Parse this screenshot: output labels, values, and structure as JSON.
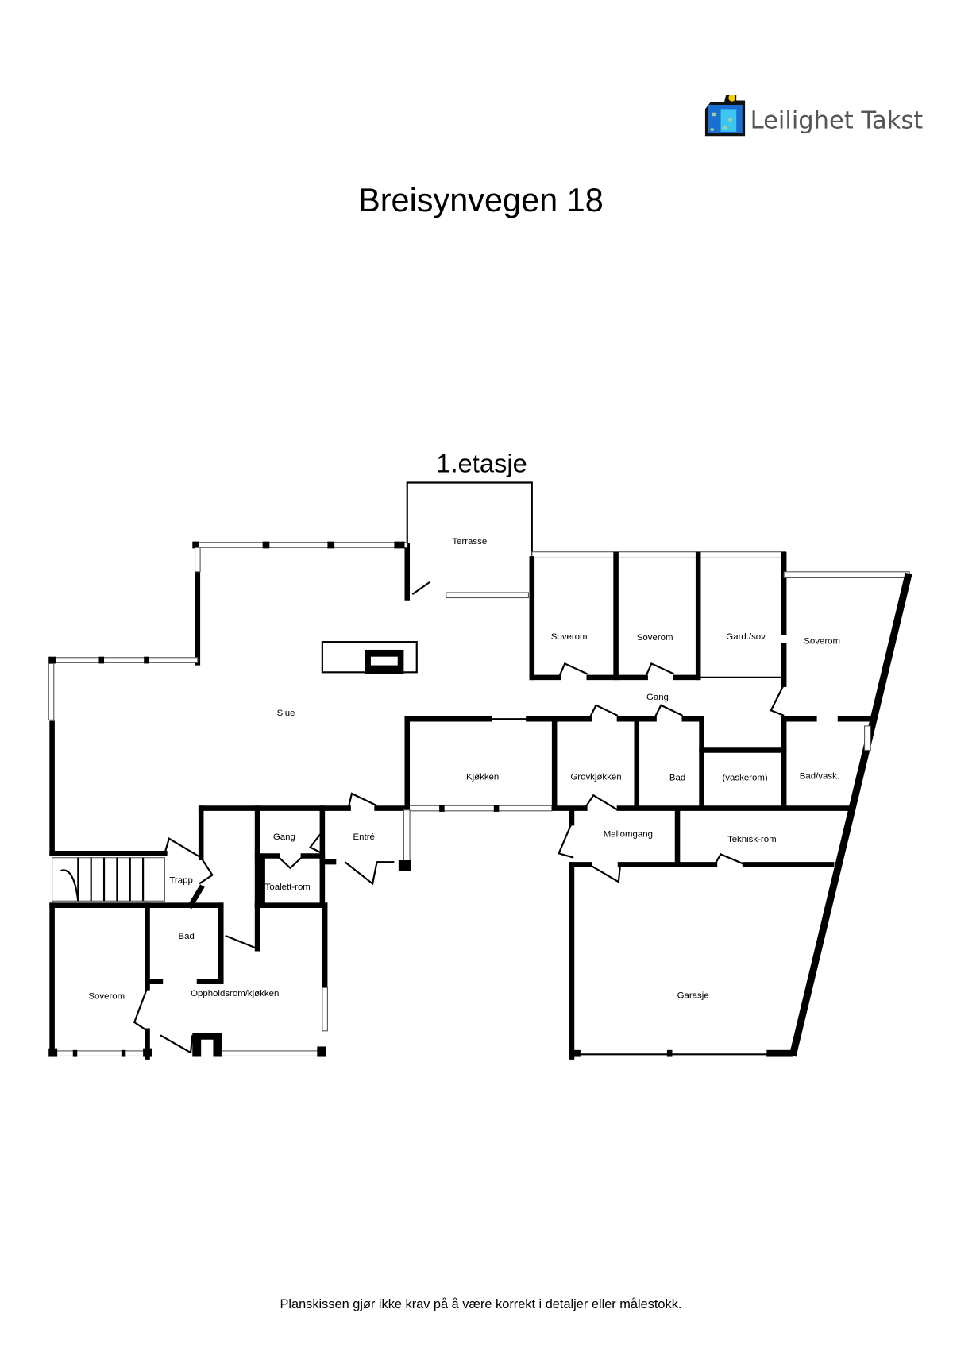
{
  "brand": {
    "name": "Leilighet Takst",
    "colors": {
      "primary": "#1a6fd0",
      "light": "#3fc6f0",
      "accent": "#f5d000",
      "text": "#555555"
    }
  },
  "title": "Breisynvegen 18",
  "floor": "1.etasje",
  "rooms": {
    "terrasse": "Terrasse",
    "slue": "Slue",
    "soverom1": "Soverom",
    "soverom2": "Soverom",
    "gard_sov": "Gard./sov.",
    "soverom3": "Soverom",
    "gang_main": "Gang",
    "kjokken": "Kjøkken",
    "grovkjokken": "Grovkjøkken",
    "bad1": "Bad",
    "vaskerom": "(vaskerom)",
    "bad_vask": "Bad/vask.",
    "mellomgang": "Mellomgang",
    "teknisk": "Teknisk-rom",
    "garasje": "Garasje",
    "gang_small": "Gang",
    "entre": "Entré",
    "trapp": "Trapp",
    "toalett": "Toalett-rom",
    "bad2": "Bad",
    "soverom4": "Soverom",
    "opphold": "Oppholdsrom/kjøkken"
  },
  "footer": "Planskissen gjør ikke krav på å være korrekt i detaljer eller målestokk."
}
